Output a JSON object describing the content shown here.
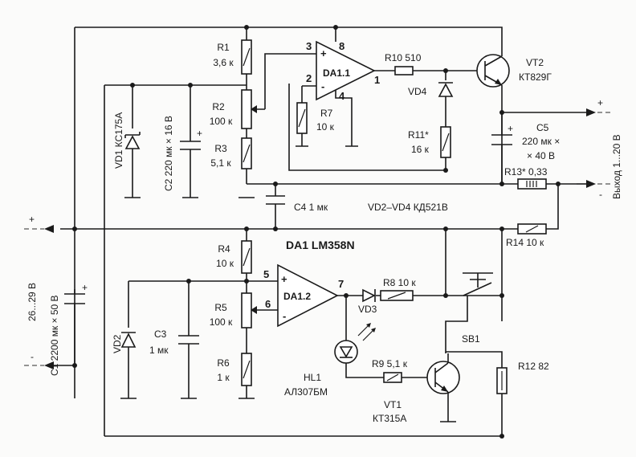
{
  "r1": {
    "name": "R1",
    "value": "3,6 к"
  },
  "r2": {
    "name": "R2",
    "value": "100 к"
  },
  "r3": {
    "name": "R3",
    "value": "5,1 к"
  },
  "r4": {
    "name": "R4",
    "value": "10 к"
  },
  "r5": {
    "name": "R5",
    "value": "100 к"
  },
  "r6": {
    "name": "R6",
    "value": "1 к"
  },
  "r7": {
    "name": "R7",
    "value": "10 к"
  },
  "r8": {
    "label": "R8 10 к"
  },
  "r9": {
    "label": "R9 5,1 к"
  },
  "r10": {
    "label": "R10 510"
  },
  "r11": {
    "name": "R11*",
    "value": "16 к"
  },
  "r12": {
    "label": "R12 82"
  },
  "r13": {
    "label": "R13* 0,33"
  },
  "r14": {
    "label": "R14 10 к"
  },
  "c1": {
    "label": "C1 2200 мк × 50 В"
  },
  "c2": {
    "label": "C2 220 мк × 16 В"
  },
  "c3": {
    "name": "C3",
    "value": "1 мк"
  },
  "c4": {
    "label": "C4 1 мк"
  },
  "c5": {
    "name": "C5",
    "value1": "220 мк ×",
    "value2": "× 40 В"
  },
  "vd1": {
    "label": "VD1 КС175А"
  },
  "vd2": {
    "label": "VD2"
  },
  "vd3": {
    "label": "VD3"
  },
  "vd4": {
    "label": "VD4"
  },
  "vd_note": "VD2–VD4 КД521В",
  "vt1": {
    "name": "VT1",
    "part": "КТ315А"
  },
  "vt2": {
    "name": "VT2",
    "part": "КТ829Г"
  },
  "hl1": {
    "name": "HL1",
    "part": "АЛ307БМ"
  },
  "sb1": {
    "label": "SB1"
  },
  "da1": {
    "label": "DA1 LM358N"
  },
  "da11": {
    "label": "DA1.1",
    "pin_plus": "3",
    "pin_minus": "2",
    "pin_out": "1",
    "pin_vcc": "8",
    "pin_gnd": "4"
  },
  "da12": {
    "label": "DA1.2",
    "pin_plus": "5",
    "pin_minus": "6",
    "pin_out": "7"
  },
  "signs": {
    "plus": "+",
    "minus": "-"
  },
  "input": {
    "label": "26...29 В"
  },
  "output": {
    "label": "Выход 1...20 В"
  }
}
